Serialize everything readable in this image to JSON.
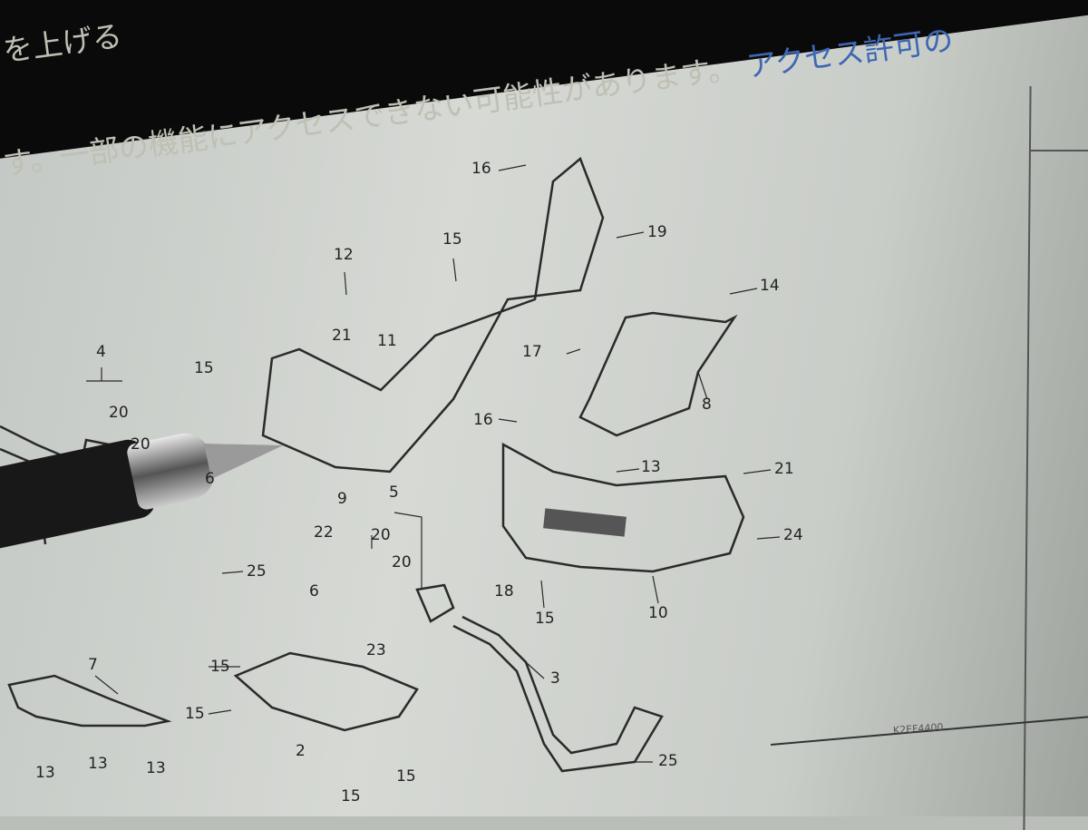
{
  "banner": {
    "line1": "を上げる",
    "line2": "す。一部の機能にアクセスできない可能性があります。",
    "link": "アクセス許可の"
  },
  "diagram": {
    "callouts": [
      "16",
      "19",
      "15",
      "12",
      "14",
      "21",
      "11",
      "17",
      "4",
      "15",
      "20",
      "20",
      "8",
      "16",
      "9",
      "5",
      "13",
      "21",
      "6",
      "22",
      "20",
      "20",
      "24",
      "25",
      "6",
      "18",
      "15",
      "10",
      "23",
      "7",
      "3",
      "15",
      "15",
      "2",
      "25",
      "15",
      "15",
      "13",
      "13",
      "13"
    ],
    "figure_code": "K2EF4400"
  }
}
